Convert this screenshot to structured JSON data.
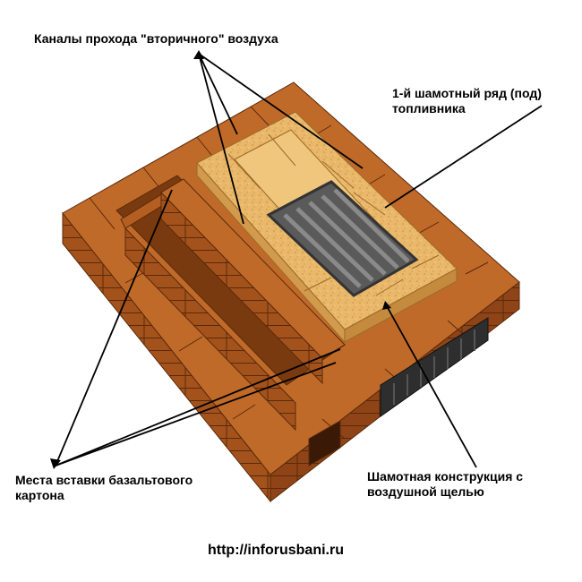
{
  "labels": {
    "channels": "Каналы прохода \"вторичного\" воздуха",
    "row1_line1": "1-й шамотный ряд (под)",
    "row1_line2": "топливника",
    "basalt_line1": "Места вставки базальтового",
    "basalt_line2": "картона",
    "chamotte_line1": "Шамотная конструкция с",
    "chamotte_line2": "воздушной щелью",
    "url": "http://inforusbani.ru"
  },
  "colors": {
    "brick_top": "#c06a2a",
    "brick_left": "#a4521c",
    "brick_right": "#8c4214",
    "mortar": "#5a2a0a",
    "chamotte_top": "#e9b86a",
    "chamotte_side": "#d29a4c",
    "grate": "#6e6e6e",
    "grate_dark": "#444444",
    "door": "#2e2e2e",
    "line": "#000000"
  },
  "icons": {
    "grate": "grate-icon",
    "ash_door": "ash-door-icon"
  }
}
